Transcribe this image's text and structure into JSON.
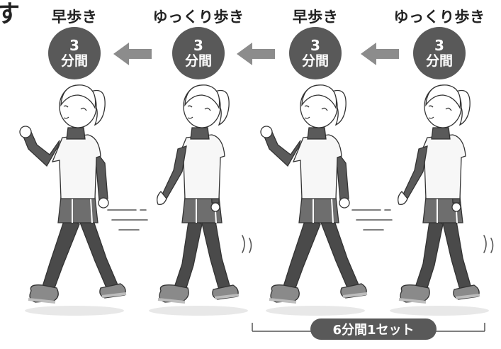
{
  "corner_fragment": "す",
  "steps": [
    {
      "label": "早歩き",
      "number": "3",
      "unit": "分間",
      "pose": "brisk"
    },
    {
      "label": "ゆっくり歩き",
      "number": "3",
      "unit": "分間",
      "pose": "slow"
    },
    {
      "label": "早歩き",
      "number": "3",
      "unit": "分間",
      "pose": "brisk"
    },
    {
      "label": "ゆっくり歩き",
      "number": "3",
      "unit": "分間",
      "pose": "slow"
    }
  ],
  "set_label": "6分間1セット",
  "colors": {
    "badge": "#595959",
    "arrow": "#8c8c8c",
    "skin": "#ffffff",
    "sleeve": "#5a5a5a",
    "legging": "#4a4a4a",
    "shoe": "#8a8a8a",
    "sole": "#bdbdbd",
    "skirt": "#6e6e6e",
    "shirt": "#f7f7f7",
    "stripe": "#ffffff",
    "hair": "#ffffff",
    "line": "#333333"
  },
  "icons": {
    "arrow": "arrow-left-icon"
  }
}
